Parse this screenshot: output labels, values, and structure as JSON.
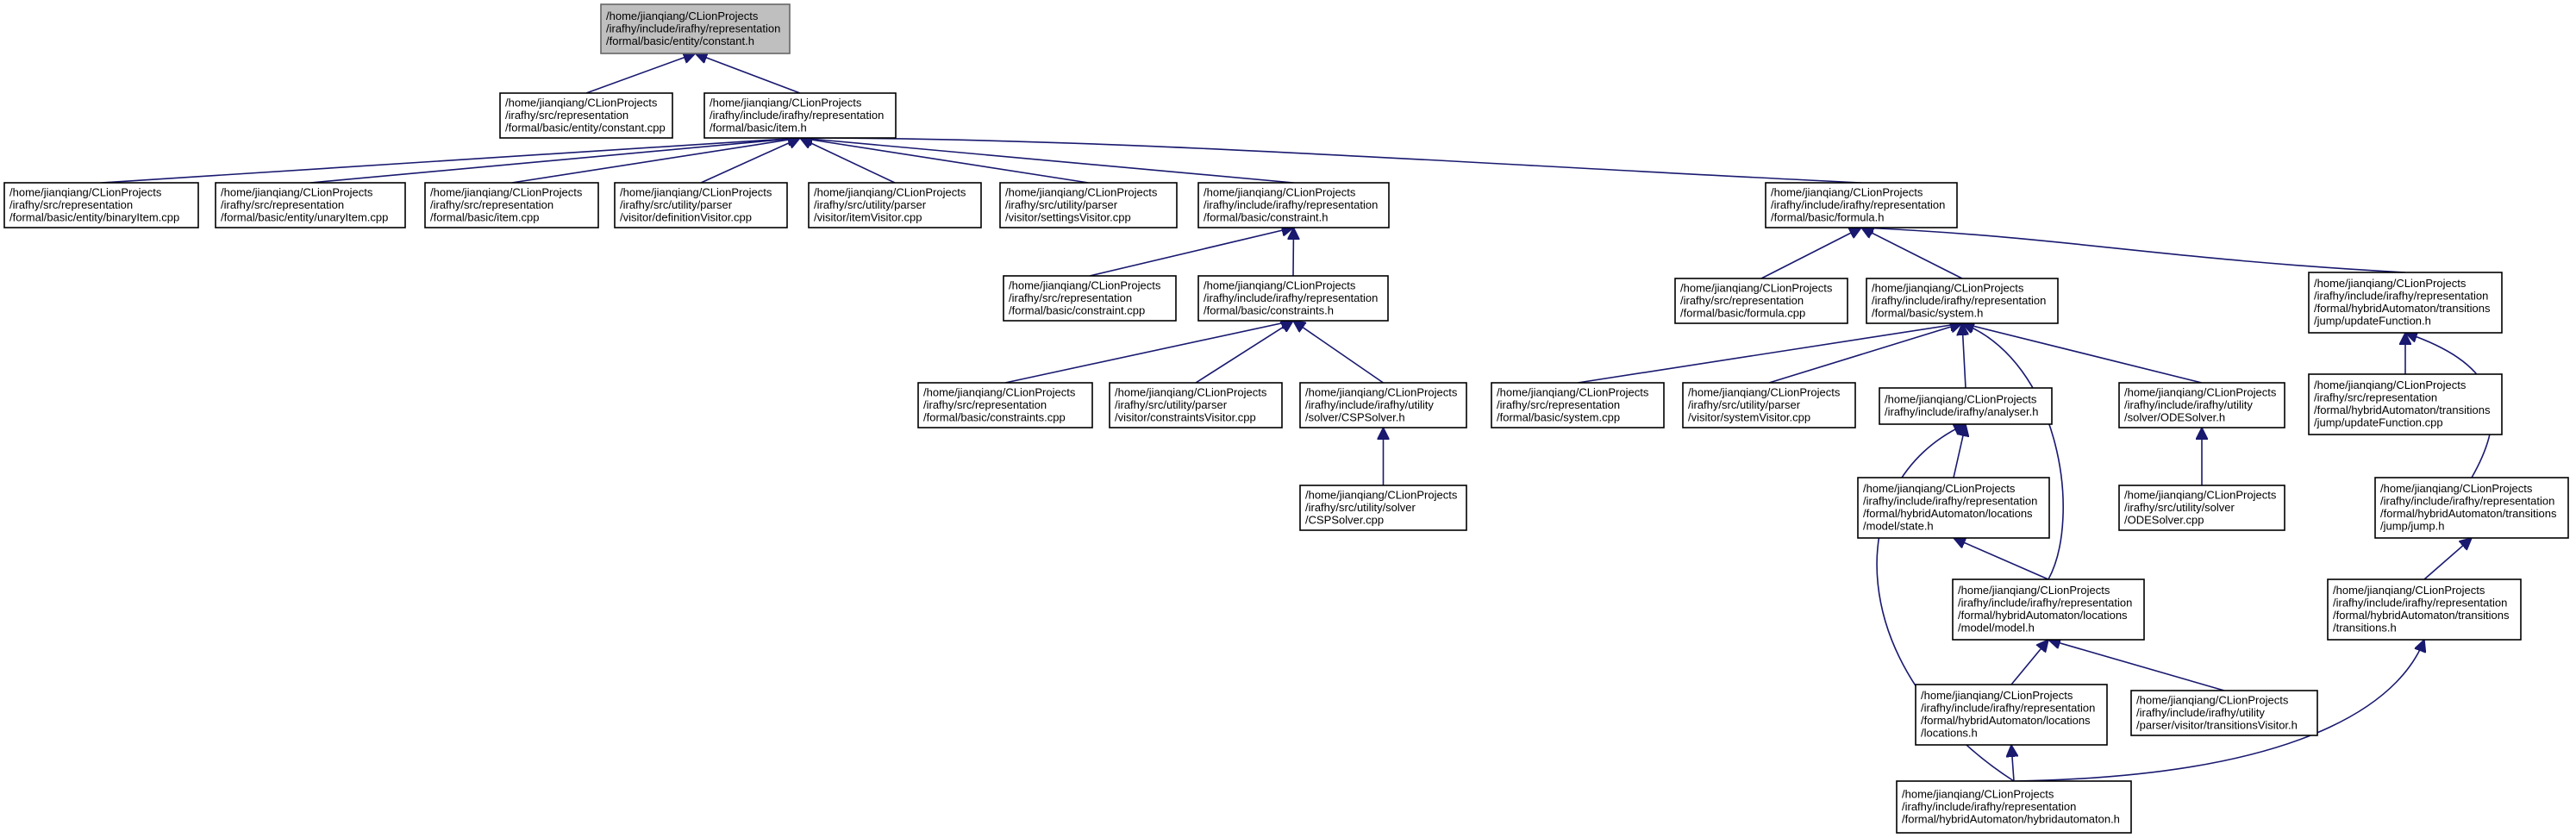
{
  "graph": {
    "edge_color": "#191970",
    "root_fill": "#bfbfbf",
    "node_border": "#000000",
    "nodes": [
      {
        "id": "constant_h",
        "root": true,
        "lines": [
          "/home/jianqiang/CLionProjects",
          "/irafhy/include/irafhy/representation",
          "/formal/basic/entity/constant.h"
        ]
      },
      {
        "id": "constant_cpp",
        "lines": [
          "/home/jianqiang/CLionProjects",
          "/irafhy/src/representation",
          "/formal/basic/entity/constant.cpp"
        ]
      },
      {
        "id": "item_h",
        "lines": [
          "/home/jianqiang/CLionProjects",
          "/irafhy/include/irafhy/representation",
          "/formal/basic/item.h"
        ]
      },
      {
        "id": "binaryItem_cpp",
        "lines": [
          "/home/jianqiang/CLionProjects",
          "/irafhy/src/representation",
          "/formal/basic/entity/binaryItem.cpp"
        ]
      },
      {
        "id": "unaryItem_cpp",
        "lines": [
          "/home/jianqiang/CLionProjects",
          "/irafhy/src/representation",
          "/formal/basic/entity/unaryItem.cpp"
        ]
      },
      {
        "id": "item_cpp",
        "lines": [
          "/home/jianqiang/CLionProjects",
          "/irafhy/src/representation",
          "/formal/basic/item.cpp"
        ]
      },
      {
        "id": "definitionVisitor_cpp",
        "lines": [
          "/home/jianqiang/CLionProjects",
          "/irafhy/src/utility/parser",
          "/visitor/definitionVisitor.cpp"
        ]
      },
      {
        "id": "itemVisitor_cpp",
        "lines": [
          "/home/jianqiang/CLionProjects",
          "/irafhy/src/utility/parser",
          "/visitor/itemVisitor.cpp"
        ]
      },
      {
        "id": "settingsVisitor_cpp",
        "lines": [
          "/home/jianqiang/CLionProjects",
          "/irafhy/src/utility/parser",
          "/visitor/settingsVisitor.cpp"
        ]
      },
      {
        "id": "constraint_h",
        "lines": [
          "/home/jianqiang/CLionProjects",
          "/irafhy/include/irafhy/representation",
          "/formal/basic/constraint.h"
        ]
      },
      {
        "id": "formula_h",
        "lines": [
          "/home/jianqiang/CLionProjects",
          "/irafhy/include/irafhy/representation",
          "/formal/basic/formula.h"
        ]
      },
      {
        "id": "constraint_cpp",
        "lines": [
          "/home/jianqiang/CLionProjects",
          "/irafhy/src/representation",
          "/formal/basic/constraint.cpp"
        ]
      },
      {
        "id": "constraints_h",
        "lines": [
          "/home/jianqiang/CLionProjects",
          "/irafhy/include/irafhy/representation",
          "/formal/basic/constraints.h"
        ]
      },
      {
        "id": "constraints_cpp",
        "lines": [
          "/home/jianqiang/CLionProjects",
          "/irafhy/src/representation",
          "/formal/basic/constraints.cpp"
        ]
      },
      {
        "id": "constraintsVisitor_cpp",
        "lines": [
          "/home/jianqiang/CLionProjects",
          "/irafhy/src/utility/parser",
          "/visitor/constraintsVisitor.cpp"
        ]
      },
      {
        "id": "CSPSolver_h",
        "lines": [
          "/home/jianqiang/CLionProjects",
          "/irafhy/include/irafhy/utility",
          "/solver/CSPSolver.h"
        ]
      },
      {
        "id": "CSPSolver_cpp",
        "lines": [
          "/home/jianqiang/CLionProjects",
          "/irafhy/src/utility/solver",
          "/CSPSolver.cpp"
        ]
      },
      {
        "id": "formula_cpp",
        "lines": [
          "/home/jianqiang/CLionProjects",
          "/irafhy/src/representation",
          "/formal/basic/formula.cpp"
        ]
      },
      {
        "id": "system_h",
        "lines": [
          "/home/jianqiang/CLionProjects",
          "/irafhy/include/irafhy/representation",
          "/formal/basic/system.h"
        ]
      },
      {
        "id": "updateFunction_h",
        "lines": [
          "/home/jianqiang/CLionProjects",
          "/irafhy/include/irafhy/representation",
          "/formal/hybridAutomaton/transitions",
          "/jump/updateFunction.h"
        ]
      },
      {
        "id": "system_cpp",
        "lines": [
          "/home/jianqiang/CLionProjects",
          "/irafhy/src/representation",
          "/formal/basic/system.cpp"
        ]
      },
      {
        "id": "systemVisitor_cpp",
        "lines": [
          "/home/jianqiang/CLionProjects",
          "/irafhy/src/utility/parser",
          "/visitor/systemVisitor.cpp"
        ]
      },
      {
        "id": "analyser_h",
        "lines": [
          "/home/jianqiang/CLionProjects",
          "/irafhy/include/irafhy/analyser.h"
        ]
      },
      {
        "id": "ODESolver_h",
        "lines": [
          "/home/jianqiang/CLionProjects",
          "/irafhy/include/irafhy/utility",
          "/solver/ODESolver.h"
        ]
      },
      {
        "id": "updateFunction_cpp",
        "lines": [
          "/home/jianqiang/CLionProjects",
          "/irafhy/src/representation",
          "/formal/hybridAutomaton/transitions",
          "/jump/updateFunction.cpp"
        ]
      },
      {
        "id": "state_h",
        "lines": [
          "/home/jianqiang/CLionProjects",
          "/irafhy/include/irafhy/representation",
          "/formal/hybridAutomaton/locations",
          "/model/state.h"
        ]
      },
      {
        "id": "ODESolver_cpp",
        "lines": [
          "/home/jianqiang/CLionProjects",
          "/irafhy/src/utility/solver",
          "/ODESolver.cpp"
        ]
      },
      {
        "id": "jump_h",
        "lines": [
          "/home/jianqiang/CLionProjects",
          "/irafhy/include/irafhy/representation",
          "/formal/hybridAutomaton/transitions",
          "/jump/jump.h"
        ]
      },
      {
        "id": "model_h",
        "lines": [
          "/home/jianqiang/CLionProjects",
          "/irafhy/include/irafhy/representation",
          "/formal/hybridAutomaton/locations",
          "/model/model.h"
        ]
      },
      {
        "id": "transitions_h",
        "lines": [
          "/home/jianqiang/CLionProjects",
          "/irafhy/include/irafhy/representation",
          "/formal/hybridAutomaton/transitions",
          "/transitions.h"
        ]
      },
      {
        "id": "locations_h",
        "lines": [
          "/home/jianqiang/CLionProjects",
          "/irafhy/include/irafhy/representation",
          "/formal/hybridAutomaton/locations",
          "/locations.h"
        ]
      },
      {
        "id": "transitionsVisitor_h",
        "lines": [
          "/home/jianqiang/CLionProjects",
          "/irafhy/include/irafhy/utility",
          "/parser/visitor/transitionsVisitor.h"
        ]
      },
      {
        "id": "hybridautomaton_h",
        "lines": [
          "/home/jianqiang/CLionProjects",
          "/irafhy/include/irafhy/representation",
          "/formal/hybridAutomaton/hybridautomaton.h"
        ]
      }
    ],
    "edges": [
      [
        "constant_cpp",
        "constant_h"
      ],
      [
        "item_h",
        "constant_h"
      ],
      [
        "binaryItem_cpp",
        "item_h"
      ],
      [
        "unaryItem_cpp",
        "item_h"
      ],
      [
        "item_cpp",
        "item_h"
      ],
      [
        "definitionVisitor_cpp",
        "item_h"
      ],
      [
        "itemVisitor_cpp",
        "item_h"
      ],
      [
        "settingsVisitor_cpp",
        "item_h"
      ],
      [
        "constraint_h",
        "item_h"
      ],
      [
        "formula_h",
        "item_h"
      ],
      [
        "constraint_cpp",
        "constraint_h"
      ],
      [
        "constraints_h",
        "constraint_h"
      ],
      [
        "constraints_cpp",
        "constraints_h"
      ],
      [
        "constraintsVisitor_cpp",
        "constraints_h"
      ],
      [
        "CSPSolver_h",
        "constraints_h"
      ],
      [
        "CSPSolver_cpp",
        "CSPSolver_h"
      ],
      [
        "formula_cpp",
        "formula_h"
      ],
      [
        "system_h",
        "formula_h"
      ],
      [
        "updateFunction_h",
        "formula_h"
      ],
      [
        "system_cpp",
        "system_h"
      ],
      [
        "systemVisitor_cpp",
        "system_h"
      ],
      [
        "analyser_h",
        "system_h"
      ],
      [
        "ODESolver_h",
        "system_h"
      ],
      [
        "model_h",
        "system_h"
      ],
      [
        "state_h",
        "analyser_h"
      ],
      [
        "hybridautomaton_h",
        "analyser_h"
      ],
      [
        "ODESolver_cpp",
        "ODESolver_h"
      ],
      [
        "updateFunction_cpp",
        "updateFunction_h"
      ],
      [
        "jump_h",
        "updateFunction_h"
      ],
      [
        "model_h",
        "state_h"
      ],
      [
        "locations_h",
        "model_h"
      ],
      [
        "transitionsVisitor_h",
        "model_h"
      ],
      [
        "transitions_h",
        "jump_h"
      ],
      [
        "hybridautomaton_h",
        "locations_h"
      ],
      [
        "hybridautomaton_h",
        "transitions_h"
      ]
    ]
  }
}
